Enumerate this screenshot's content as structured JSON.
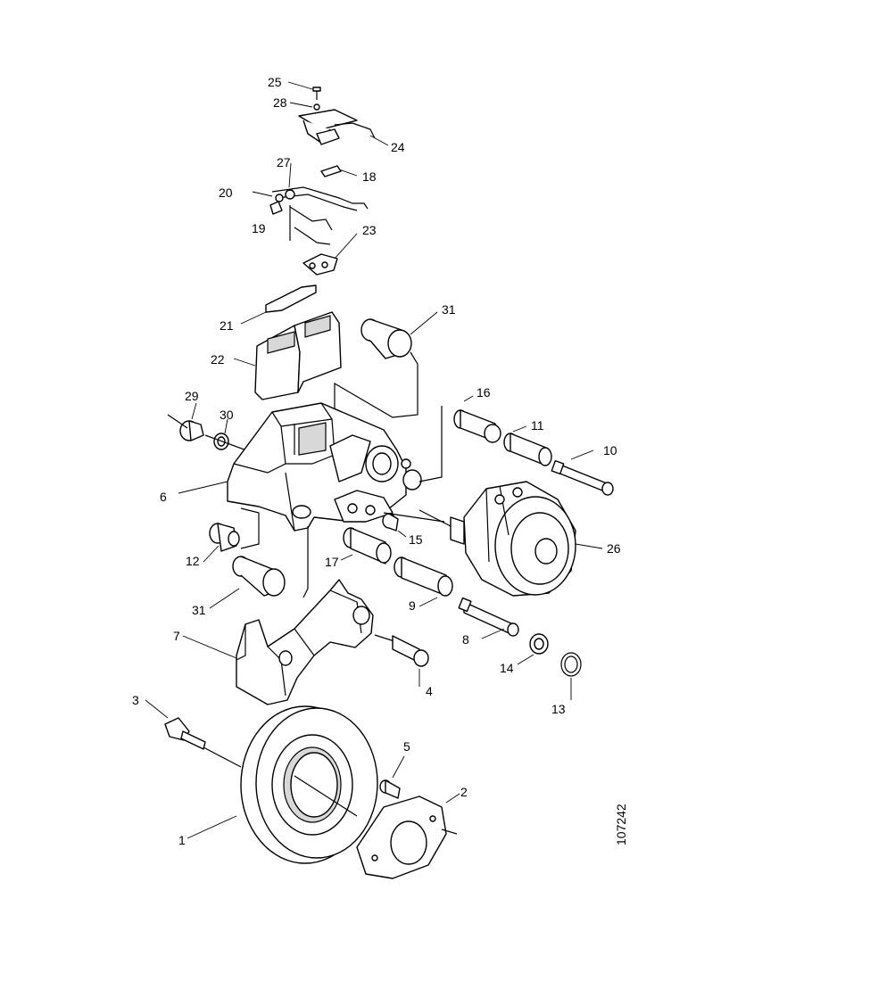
{
  "diagram": {
    "reference_number": "107242",
    "part_labels": [
      {
        "id": "p25",
        "text": "25"
      },
      {
        "id": "p28",
        "text": "28"
      },
      {
        "id": "p24",
        "text": "24"
      },
      {
        "id": "p27",
        "text": "27"
      },
      {
        "id": "p18",
        "text": "18"
      },
      {
        "id": "p20",
        "text": "20"
      },
      {
        "id": "p19",
        "text": "19"
      },
      {
        "id": "p23",
        "text": "23"
      },
      {
        "id": "p21",
        "text": "21"
      },
      {
        "id": "p31a",
        "text": "31"
      },
      {
        "id": "p22",
        "text": "22"
      },
      {
        "id": "p16",
        "text": "16"
      },
      {
        "id": "p29",
        "text": "29"
      },
      {
        "id": "p30",
        "text": "30"
      },
      {
        "id": "p11",
        "text": "11"
      },
      {
        "id": "p10",
        "text": "10"
      },
      {
        "id": "p6",
        "text": "6"
      },
      {
        "id": "p15",
        "text": "15"
      },
      {
        "id": "p26",
        "text": "26"
      },
      {
        "id": "p12",
        "text": "12"
      },
      {
        "id": "p17",
        "text": "17"
      },
      {
        "id": "p31b",
        "text": "31"
      },
      {
        "id": "p9",
        "text": "9"
      },
      {
        "id": "p7",
        "text": "7"
      },
      {
        "id": "p8",
        "text": "8"
      },
      {
        "id": "p14",
        "text": "14"
      },
      {
        "id": "p4",
        "text": "4"
      },
      {
        "id": "p13",
        "text": "13"
      },
      {
        "id": "p3",
        "text": "3"
      },
      {
        "id": "p5",
        "text": "5"
      },
      {
        "id": "p2",
        "text": "2"
      },
      {
        "id": "p1",
        "text": "1"
      }
    ]
  }
}
